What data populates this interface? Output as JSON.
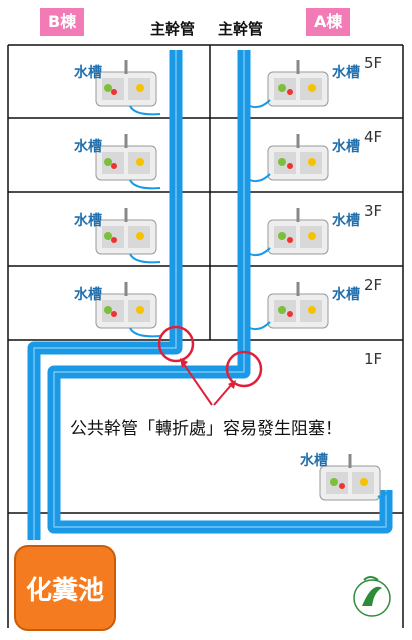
{
  "buildings": {
    "b_label": "B棟",
    "a_label": "A棟"
  },
  "pipes": {
    "left_label": "主幹管",
    "right_label": "主幹管"
  },
  "floors": [
    "5F",
    "4F",
    "3F",
    "2F",
    "1F"
  ],
  "sink_label": "水槽",
  "note": "公共幹管「轉折處」容易發生阻塞！",
  "septic_tank": "化糞池",
  "colors": {
    "pipe": "#1a9ae6",
    "highlight": "#e0203a",
    "tag": "#f27bb5",
    "tank": "#f47b20"
  }
}
